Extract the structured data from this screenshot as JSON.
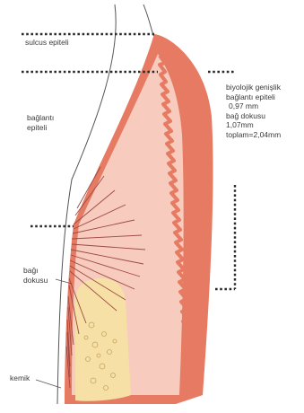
{
  "labels": {
    "sulcus": "sulcus epiteli",
    "baglanti_1": "bağlantı",
    "baglanti_2": "epiteli",
    "bagi_1": "bağı",
    "bagi_2": "dokusu",
    "kemik": "kemik"
  },
  "biologic_width": {
    "line1": "biyolojik genişlik",
    "line2": "bağlantı epiteli",
    "line3": "0,97 mm",
    "line4": "bağ dokusu",
    "line5": "1,07mm",
    "line6": "toplam=2,04mm"
  },
  "colors": {
    "tooth_outer": "#e67a62",
    "tooth_inner": "#f7cbbd",
    "gingiva": "#f5c2b5",
    "bone": "#f6e0a6",
    "fibers": "#9c4a44",
    "dots": "#2b2b2b"
  }
}
